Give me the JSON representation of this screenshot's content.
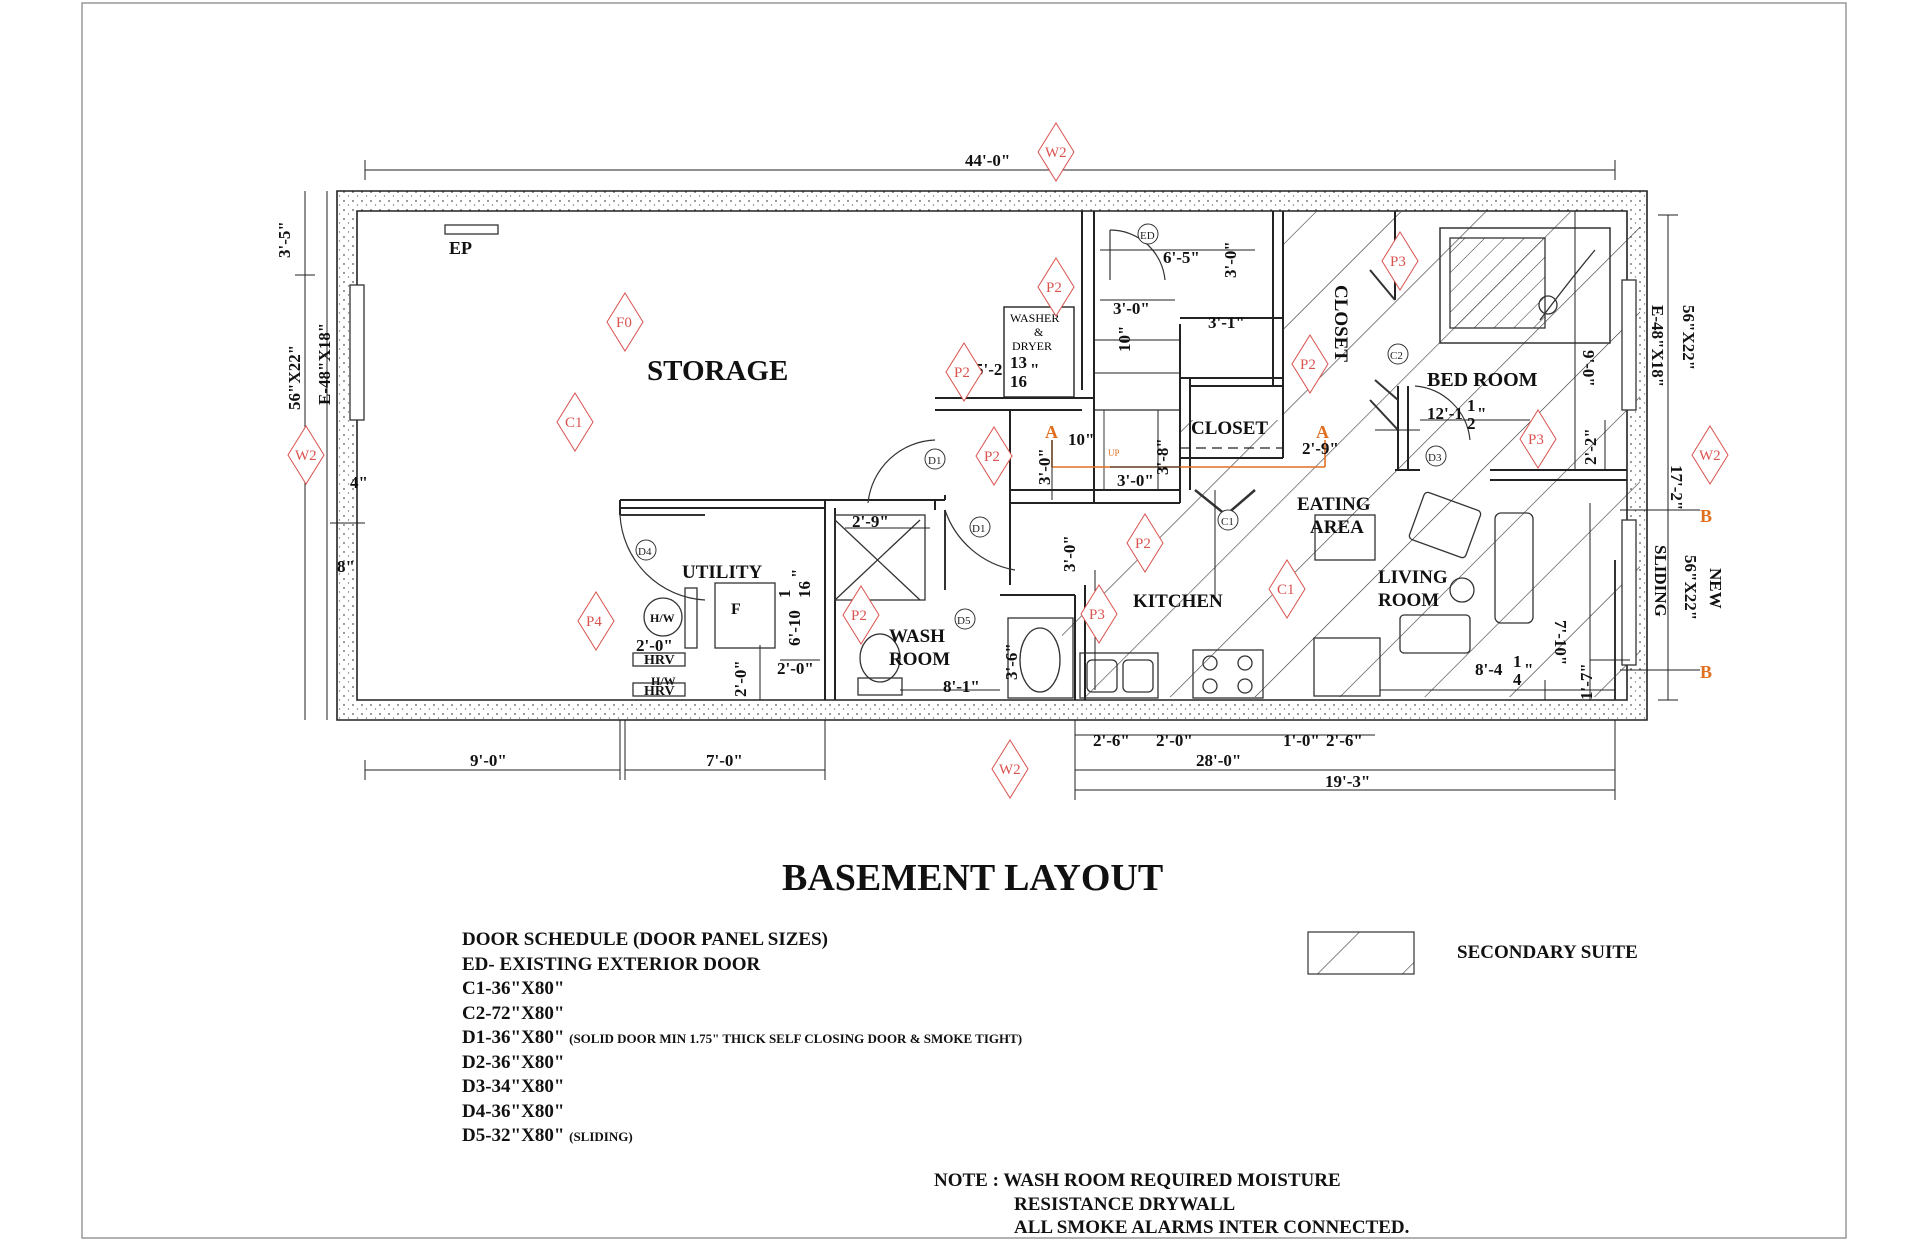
{
  "title": "BASEMENT LAYOUT",
  "rooms": {
    "storage": "STORAGE",
    "ep": "EP",
    "washer_dryer": [
      "WASHER",
      "&",
      "DRYER"
    ],
    "closet_vertical": "CLOSET",
    "closet": "CLOSET",
    "bedroom": "BED ROOM",
    "eating_area": [
      "EATING",
      "AREA"
    ],
    "utility": "UTILITY",
    "kitchen": "KITCHEN",
    "living_room": [
      "LIVING",
      "ROOM"
    ],
    "wash_room": [
      "WASH",
      "ROOM"
    ],
    "hw": "H/W",
    "hrv": "HRV",
    "furnace": "F",
    "up": "UP"
  },
  "dimensions": {
    "overall_top": "44'-0\"",
    "left_3_5": "3'-5\"",
    "left_4": "4\"",
    "left_8": "8\"",
    "d_6_5": "6'-5\"",
    "d_3_0_a": "3'-0\"",
    "d_3_0_b": "3'-0\"",
    "d_3_1": "3'-1\"",
    "d_10_v": "10\"",
    "d_5_2": "5'-2",
    "d_5_2_frac": [
      "13",
      "16",
      "\""
    ],
    "d_10": "10\"",
    "d_3_0_c": "3'-0\"",
    "d_3_8": "3'-8\"",
    "d_3_0_d": "3'-0\"",
    "d_2_9_a": "2'-9\"",
    "d_2_9_b": "2'-9\"",
    "d_3_0_e": "3'-0\"",
    "d_6_10": "6'-10",
    "d_6_10_frac": [
      "1",
      "16",
      "\""
    ],
    "d_2_0_a": "2'-0\"",
    "d_2_0_b": "2'-0\"",
    "d_2_0_c": "2'-0\"",
    "d_3_6": "3'-6\"",
    "d_8_1": "8'-1\"",
    "d_12_1": "12'-1",
    "d_12_1_frac": [
      "1",
      "2",
      "\""
    ],
    "d_9_0": "9'-0\"",
    "d_2_2": "2'-2\"",
    "d_17_2": "17'-2\"",
    "d_7_10": "7'-10\"",
    "d_8_4": "8'-4",
    "d_8_4_frac": [
      "1",
      "4",
      "\""
    ],
    "d_1_7": "1'-7\"",
    "bottom_9_0": "9'-0\"",
    "bottom_7_0": "7'-0\"",
    "bottom_28_0": "28'-0\"",
    "bottom_19_3": "19'-3\"",
    "b_2_6_a": "2'-6\"",
    "b_2_0": "2'-0\"",
    "b_1_0": "1'-0\"",
    "b_2_6_b": "2'-6\""
  },
  "windows": {
    "left_a": "56\"X22\"",
    "left_b": "E-48\"X18\"",
    "right_a": "56\"X22\"",
    "right_b": "E-48\"X18\"",
    "new_a": "NEW",
    "new_b": "56\"X22\"",
    "new_c": "SLIDING"
  },
  "tags": {
    "w2": "W2",
    "f0": "F0",
    "c1": "C1",
    "p2": "P2",
    "p3": "P3",
    "p4": "P4"
  },
  "door_labels": {
    "ed": "ED",
    "c1": "C1",
    "c2": "C2",
    "d1": "D1",
    "d3": "D3",
    "d4": "D4",
    "d5": "D5"
  },
  "section_marks": {
    "a": "A",
    "b": "B"
  },
  "door_schedule": [
    {
      "text": "DOOR SCHEDULE (DOOR PANEL SIZES)",
      "note": ""
    },
    {
      "text": "ED- EXISTING  EXTERIOR DOOR",
      "note": ""
    },
    {
      "text": "C1-36\"X80\"",
      "note": ""
    },
    {
      "text": "C2-72\"X80\"",
      "note": ""
    },
    {
      "text": "D1-36\"X80\"",
      "note": "(SOLID DOOR MIN 1.75\" THICK SELF CLOSING DOOR & SMOKE TIGHT)"
    },
    {
      "text": "D2-36\"X80\"",
      "note": ""
    },
    {
      "text": "D3-34\"X80\"",
      "note": ""
    },
    {
      "text": "D4-36\"X80\"",
      "note": ""
    },
    {
      "text": "D5-32\"X80\"",
      "note": "(SLIDING)"
    }
  ],
  "legend": {
    "label": "SECONDARY SUITE"
  },
  "notes": {
    "prefix": "NOTE : ",
    "lines": [
      "WASH ROOM REQUIRED MOISTURE",
      "RESISTANCE DRYWALL",
      "ALL SMOKE ALARMS INTER CONNECTED."
    ]
  },
  "colors": {
    "tag": "#d9534f",
    "section_mark": "#e07020",
    "section_line": "#e07020",
    "ink": "#111111"
  }
}
